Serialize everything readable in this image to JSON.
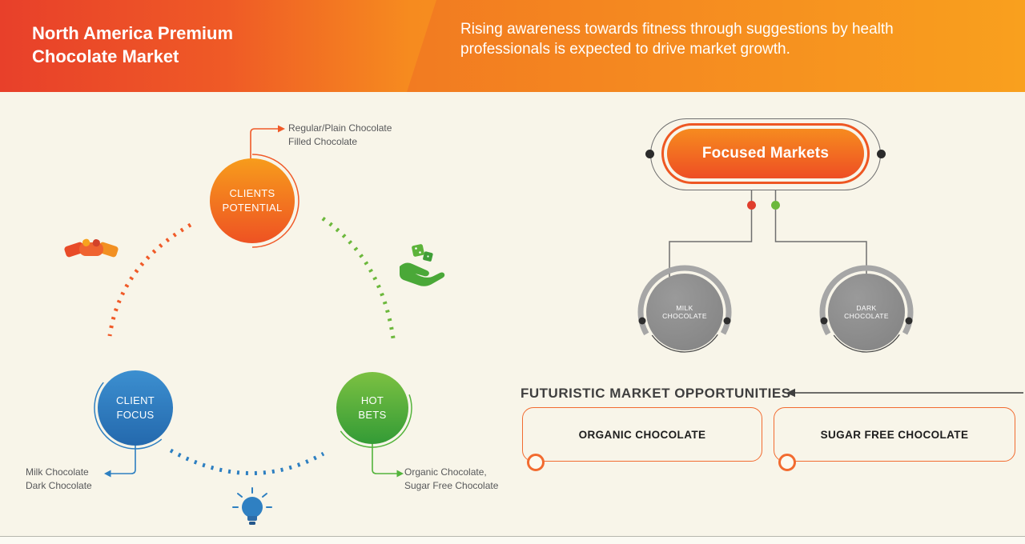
{
  "header": {
    "title": "North America Premium\nChocolate Market",
    "subtitle": "Rising awareness towards fitness through suggestions by health professionals is expected to drive market growth."
  },
  "cycle": {
    "nodes": [
      {
        "id": "clients-potential",
        "label": "CLIENTS\nPOTENTIAL",
        "annotation": "Regular/Plain Chocolate\nFilled Chocolate",
        "color": "#f05a28"
      },
      {
        "id": "client-focus",
        "label": "CLIENT\nFOCUS",
        "annotation": "Milk Chocolate\nDark Chocolate",
        "color": "#2d7fc1"
      },
      {
        "id": "hot-bets",
        "label": "HOT\nBETS",
        "annotation": "Organic Chocolate,\nSugar Free Chocolate",
        "color": "#54b43c"
      }
    ],
    "icons": [
      {
        "name": "handshake-icon"
      },
      {
        "name": "hand-dice-icon"
      },
      {
        "name": "lightbulb-icon"
      }
    ]
  },
  "focused": {
    "title": "Focused Markets",
    "branches": [
      {
        "label": "MILK CHOCOLATE"
      },
      {
        "label": "DARK CHOCOLATE"
      }
    ]
  },
  "opportunities": {
    "title": "FUTURISTIC MARKET OPPORTUNITIES",
    "items": [
      {
        "label": "ORGANIC CHOCOLATE"
      },
      {
        "label": "SUGAR FREE CHOCOLATE"
      }
    ]
  },
  "colors": {
    "header_red": "#e8402a",
    "header_orange": "#f9a11c",
    "background": "#f8f5e9",
    "accent_orange": "#f05a28",
    "accent_blue": "#2d7fc1",
    "accent_green": "#54b43c",
    "node_gray": "#8b8b8b",
    "text_gray": "#57585a",
    "text_dark": "#3f3f3f"
  }
}
